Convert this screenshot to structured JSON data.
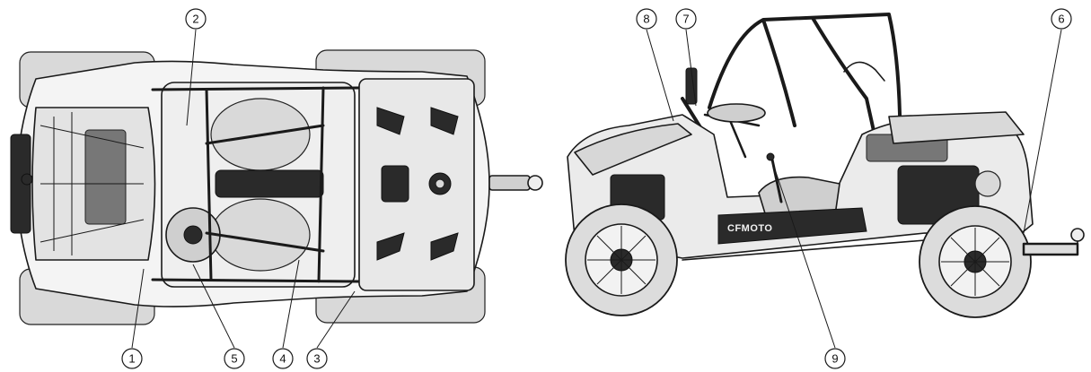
{
  "diagram": {
    "views": [
      {
        "id": "top-view"
      },
      {
        "id": "side-view"
      }
    ],
    "brand_marking": "CFMOTO",
    "callouts": [
      {
        "label": "1"
      },
      {
        "label": "2"
      },
      {
        "label": "3"
      },
      {
        "label": "4"
      },
      {
        "label": "5"
      },
      {
        "label": "6"
      },
      {
        "label": "7"
      },
      {
        "label": "8"
      },
      {
        "label": "9"
      }
    ]
  }
}
